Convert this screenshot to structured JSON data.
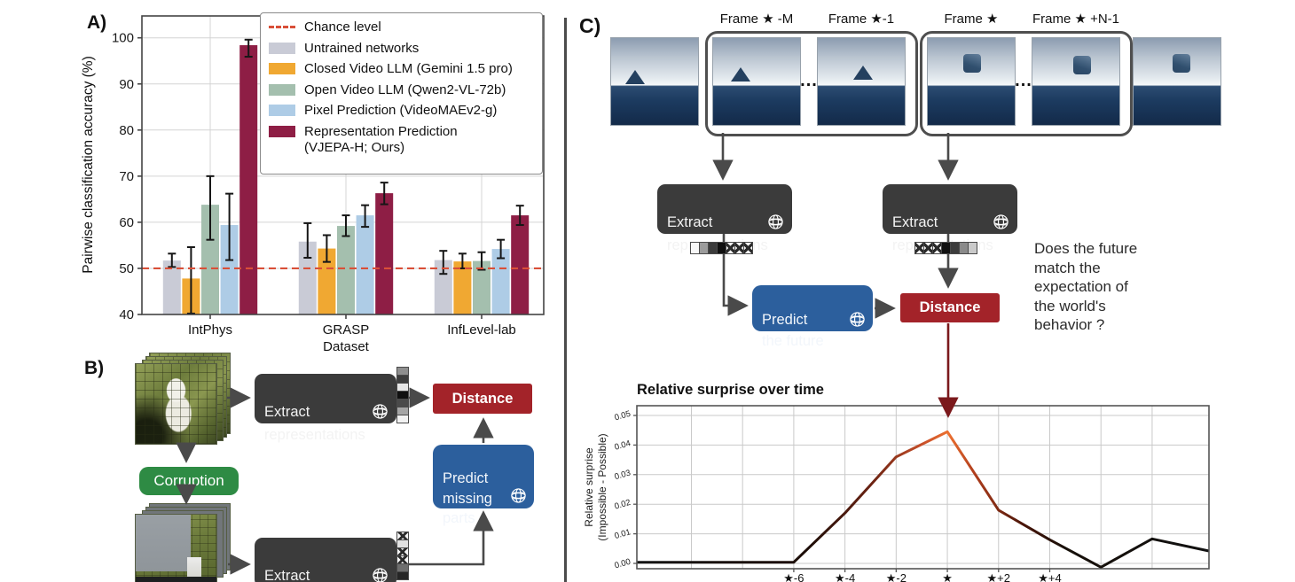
{
  "panels": {
    "a": {
      "label": "A)",
      "legend": {
        "items": [
          {
            "label": "Chance level",
            "swatch": "dash",
            "color": "#d94f38"
          },
          {
            "label": "Untrained networks",
            "swatch": "box",
            "color": "#c9cbd6"
          },
          {
            "label": "Closed Video LLM (Gemini 1.5 pro)",
            "swatch": "box",
            "color": "#f0a832"
          },
          {
            "label": "Open Video LLM (Qwen2-VL-72b)",
            "swatch": "box",
            "color": "#a4bfae"
          },
          {
            "label": "Pixel Prediction (VideoMAEv2-g)",
            "swatch": "box",
            "color": "#aecce6"
          },
          {
            "label": "Representation Prediction\n(VJEPA-H; Ours)",
            "swatch": "box",
            "color": "#8e1e45"
          }
        ]
      }
    },
    "b": {
      "label": "B)",
      "boxes": {
        "extract_top": "Extract\nrepresentations",
        "extract_bottom": "Extract\nrepresentations",
        "corruption": "Corruption",
        "distance": "Distance",
        "predict_missing": "Predict\nmissing\nparts"
      },
      "tokens": {
        "top": [
          "#8f8f8f",
          "#3e3e3e",
          "#e6e6e6",
          "#101010",
          "#4a4a4a",
          "#a5a5a5",
          "#f2f2f2"
        ],
        "bottom": [
          "x",
          "#e2e2e2",
          "x",
          "x",
          "#6e6e6e",
          "#262626"
        ]
      }
    },
    "c": {
      "label": "C)",
      "frame_labels": [
        "Frame ★ -M",
        "Frame ★-1",
        "Frame ★",
        "Frame ★ +N-1"
      ],
      "ellipsis": "...",
      "boxes": {
        "extract_left": "Extract\nrepresentations",
        "extract_right": "Extract\nrepresentations",
        "predict_future": "Predict\nthe future",
        "distance": "Distance"
      },
      "question": "Does the future\nmatch the\nexpectation of\nthe world's\nbehavior ?",
      "tokens": {
        "left": [
          "#f7f7f7",
          "#9c9c9c",
          "#3c3c3c",
          "#101010",
          "x",
          "x",
          "x"
        ],
        "right": [
          "x",
          "x",
          "x",
          "#101010",
          "#3c3c3c",
          "#8a8a8a",
          "#c9c9c9"
        ]
      }
    }
  },
  "chart_data": [
    {
      "id": "accuracy-bars",
      "type": "bar",
      "title": "",
      "ylabel": "Pairwise classification accuracy (%)",
      "xlabel": "Dataset",
      "categories": [
        "IntPhys",
        "GRASP",
        "InfLevel-lab"
      ],
      "ylim": [
        40,
        105
      ],
      "yticks": [
        40,
        50,
        60,
        70,
        80,
        90,
        100
      ],
      "grid": true,
      "chance_level": 50,
      "chance_color": "#d94f38",
      "legend_position": "upper right",
      "series": [
        {
          "name": "Untrained networks",
          "color": "#c9cbd6",
          "values": [
            51.7,
            55.8,
            51.8
          ],
          "err_low": [
            50.3,
            52.3,
            48.8
          ],
          "err_high": [
            53.2,
            59.8,
            53.8
          ]
        },
        {
          "name": "Closed Video LLM (Gemini 1.5 pro)",
          "color": "#f0a832",
          "values": [
            47.8,
            54.3,
            51.5
          ],
          "err_low": [
            40.2,
            51.4,
            50.0
          ],
          "err_high": [
            54.6,
            57.2,
            53.2
          ]
        },
        {
          "name": "Open Video LLM (Qwen2-VL-72b)",
          "color": "#a4bfae",
          "values": [
            63.8,
            59.2,
            51.6
          ],
          "err_low": [
            56.2,
            57.0,
            49.7
          ],
          "err_high": [
            70.0,
            61.5,
            53.5
          ]
        },
        {
          "name": "Pixel Prediction (VideoMAEv2-g)",
          "color": "#aecce6",
          "values": [
            59.4,
            61.5,
            54.2
          ],
          "err_low": [
            51.8,
            59.0,
            52.2
          ],
          "err_high": [
            66.2,
            63.7,
            56.2
          ]
        },
        {
          "name": "Representation Prediction (VJEPA-H; Ours)",
          "color": "#8e1e45",
          "values": [
            98.4,
            66.3,
            61.5
          ],
          "err_low": [
            95.9,
            63.9,
            59.4
          ],
          "err_high": [
            99.6,
            68.6,
            63.6
          ]
        }
      ]
    },
    {
      "id": "surprise-line",
      "type": "line",
      "title": "Relative surprise over time",
      "ylabel": "Relative surprise\n(Impossible - Possible)",
      "xlabel": "",
      "ylim": [
        -0.002,
        0.053
      ],
      "yticks": [
        0,
        0.01,
        0.02,
        0.03,
        0.04,
        0.05
      ],
      "xlim": [
        -12.13,
        10.22
      ],
      "xtick_positions": [
        -6,
        -4,
        -2,
        0,
        2,
        4
      ],
      "xtick_labels": [
        "★-6",
        "★-4",
        "★-2",
        "★",
        "★+2",
        "★+4"
      ],
      "grid_x": [
        -10,
        -8,
        -6,
        -4,
        -2,
        0,
        2,
        4,
        6,
        8
      ],
      "points": [
        [
          -12.13,
          0.0004
        ],
        [
          -6,
          0.0004
        ],
        [
          -4,
          0.017
        ],
        [
          -2,
          0.036
        ],
        [
          0,
          0.0445
        ],
        [
          2,
          0.018
        ],
        [
          4,
          0.008
        ],
        [
          6,
          -0.0013
        ],
        [
          8,
          0.0083
        ],
        [
          10.22,
          0.0042
        ]
      ],
      "line_gradient": [
        [
          0,
          "#141414"
        ],
        [
          0.3,
          "#1c0d07"
        ],
        [
          0.41,
          "#6b2212"
        ],
        [
          0.5,
          "#c8502a"
        ],
        [
          0.545,
          "#ec7030"
        ],
        [
          0.59,
          "#b03d1c"
        ],
        [
          0.68,
          "#451408"
        ],
        [
          0.75,
          "#171009"
        ],
        [
          1,
          "#111111"
        ]
      ],
      "annotation_arrow": {
        "x": 0,
        "color": "#7b191c"
      }
    }
  ]
}
